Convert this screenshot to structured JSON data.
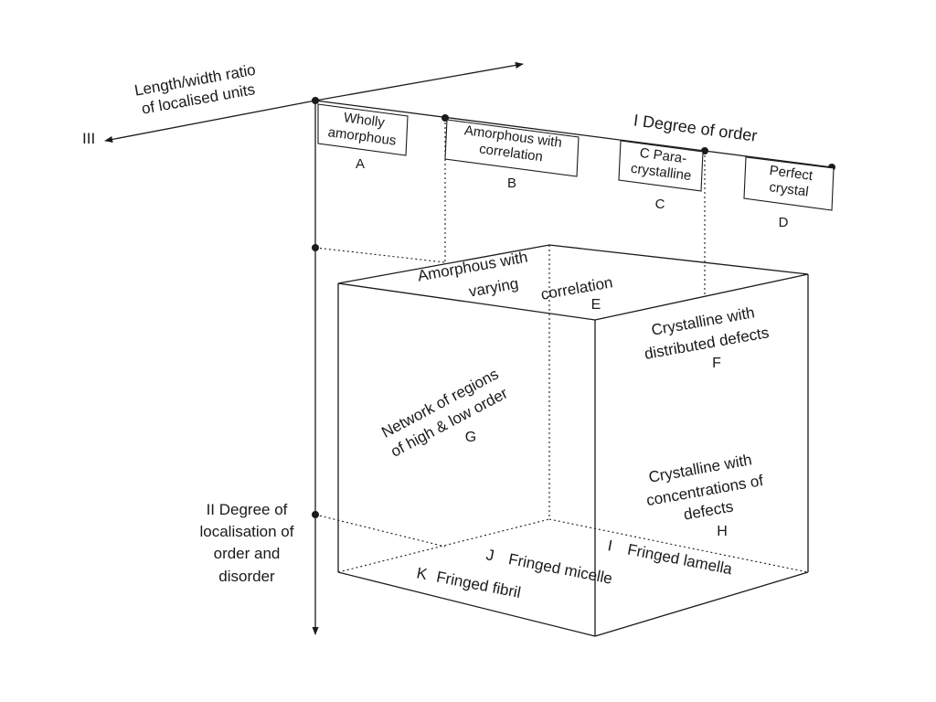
{
  "axes": {
    "axis_i_label": "I Degree of order",
    "axis_ii_label": [
      "II Degree of",
      "localisation of",
      "order and",
      "disorder"
    ],
    "axis_iii_label": [
      "Length/width ratio",
      "of localised units"
    ],
    "axis_iii_marker": "III"
  },
  "states": {
    "a": {
      "box": [
        "Wholly",
        "amorphous"
      ],
      "letter": "A"
    },
    "b": {
      "box": [
        "Amorphous with",
        "correlation"
      ],
      "letter": "B"
    },
    "c": {
      "box": [
        "C Para-",
        "crystalline"
      ],
      "letter": "C"
    },
    "d": {
      "box": [
        "Perfect",
        "crystal"
      ],
      "letter": "D"
    },
    "e": {
      "lines": [
        "Amorphous with",
        "varying",
        "correlation"
      ],
      "letter": "E"
    },
    "f": {
      "lines": [
        "Crystalline with",
        "distributed defects"
      ],
      "letter": "F"
    },
    "g": {
      "lines": [
        "Network of regions",
        "of high & low order"
      ],
      "letter": "G"
    },
    "h": {
      "lines": [
        "Crystalline with",
        "concentrations of",
        "defects"
      ],
      "letter": "H"
    },
    "i": {
      "letter": "I",
      "label": "Fringed lamella"
    },
    "j": {
      "letter": "J",
      "label": "Fringed micelle"
    },
    "k": {
      "letter": "K",
      "label": "Fringed fibril"
    }
  }
}
